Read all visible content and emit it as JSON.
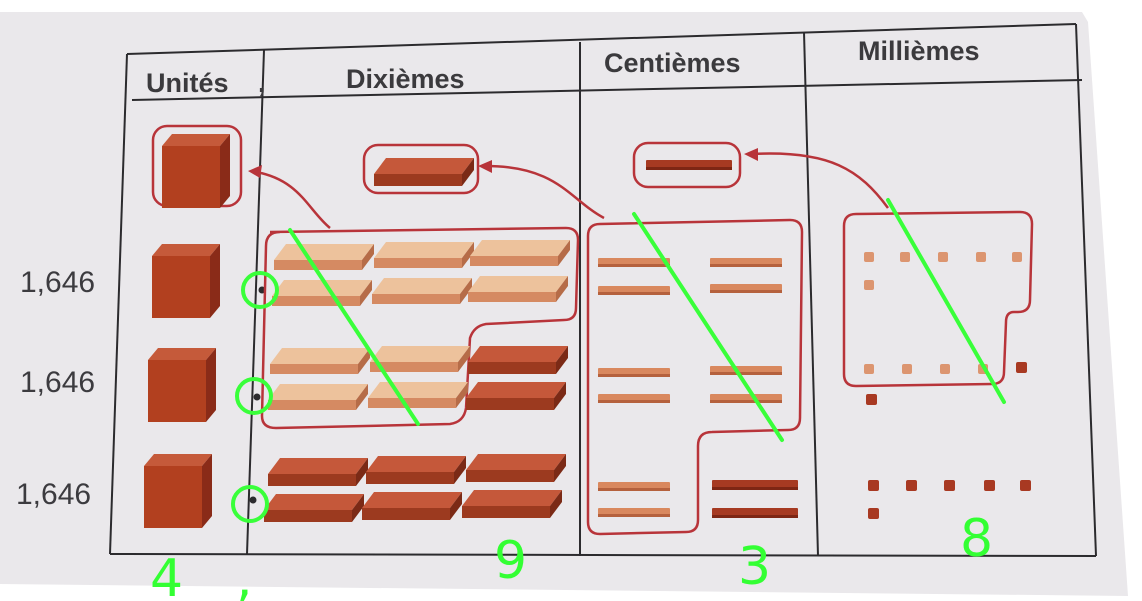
{
  "table": {
    "headers": {
      "units": "Unités",
      "separator": ",",
      "tenths": "Dixièmes",
      "hundredths": "Centièmes",
      "thousandths": "Millièmes"
    },
    "rows": [
      {
        "label": "1,646"
      },
      {
        "label": "1,646"
      },
      {
        "label": "1,646"
      }
    ]
  },
  "handwritten": {
    "units": "4",
    "comma": ",",
    "tenths": "9",
    "hundredths": "3",
    "thousandths": "8"
  },
  "colors": {
    "page": "#e9e7ea",
    "grid": "#2c2b2e",
    "outline": "#b8343a",
    "block_dark": "#a33a20",
    "block_light": "#d79068",
    "marker": "#39ff3a"
  }
}
